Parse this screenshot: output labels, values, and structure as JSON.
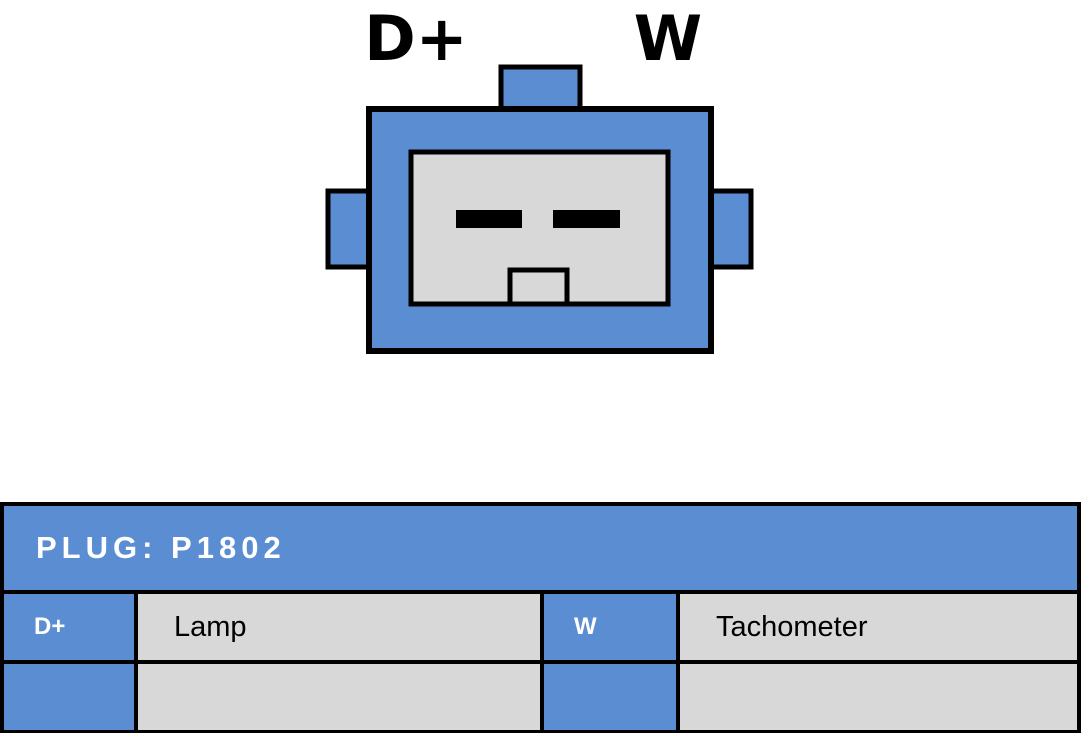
{
  "diagram": {
    "pin_labels": {
      "left": "D+",
      "right": "W"
    }
  },
  "colors": {
    "blue": "#5b8dd3",
    "gray": "#d8d8d8",
    "outline": "#000000"
  },
  "table": {
    "title": "PLUG: P1802",
    "rows": [
      {
        "pin1": "D+",
        "desc1": "Lamp",
        "pin2": "W",
        "desc2": "Tachometer"
      },
      {
        "pin1": "",
        "desc1": "",
        "pin2": "",
        "desc2": ""
      }
    ]
  }
}
